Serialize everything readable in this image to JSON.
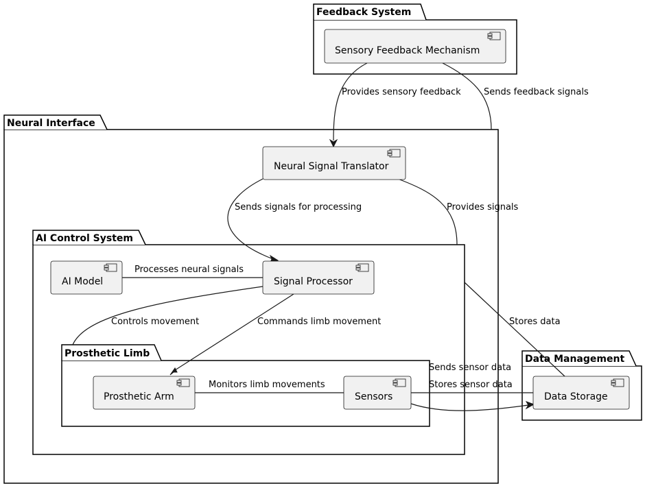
{
  "packages": {
    "feedback": "Feedback System",
    "neural": "Neural Interface",
    "ai": "AI Control System",
    "limb": "Prosthetic Limb",
    "data": "Data Management"
  },
  "components": {
    "sensory": "Sensory Feedback Mechanism",
    "translator": "Neural Signal Translator",
    "ai_model": "AI Model",
    "processor": "Signal Processor",
    "arm": "Prosthetic Arm",
    "sensors": "Sensors",
    "storage": "Data Storage"
  },
  "edges": {
    "provides_feedback": "Provides sensory feedback",
    "sends_feedback_signals": "Sends feedback signals",
    "sends_for_processing": "Sends signals for processing",
    "provides_signals": "Provides signals",
    "processes_neural": "Processes neural signals",
    "controls_movement": "Controls movement",
    "commands_limb": "Commands limb movement",
    "stores_data": "Stores data",
    "monitors_limb": "Monitors limb movements",
    "sends_sensor_data": "Sends sensor data",
    "stores_sensor_data": "Stores sensor data"
  }
}
